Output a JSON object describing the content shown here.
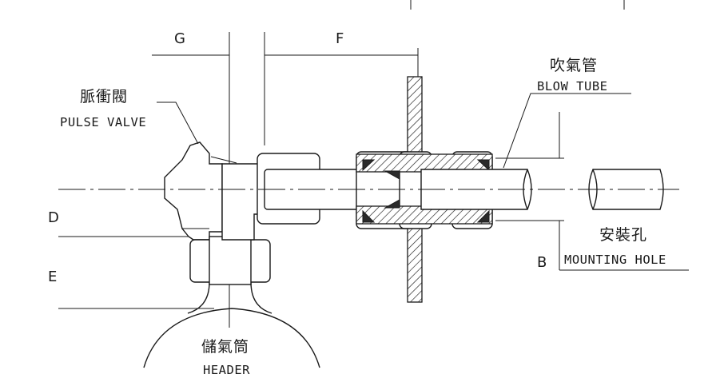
{
  "dimensions": {
    "g": "G",
    "f": "F",
    "d": "D",
    "e": "E",
    "b": "B"
  },
  "labels": {
    "pulse_valve_cn": "脈衝閥",
    "pulse_valve_en": "PULSE VALVE",
    "blow_tube_cn": "吹氣管",
    "blow_tube_en": "BLOW TUBE",
    "mounting_hole_cn": "安裝孔",
    "mounting_hole_en": "MOUNTING HOLE",
    "header_cn": "儲氣筒",
    "header_en": "HEADER"
  }
}
